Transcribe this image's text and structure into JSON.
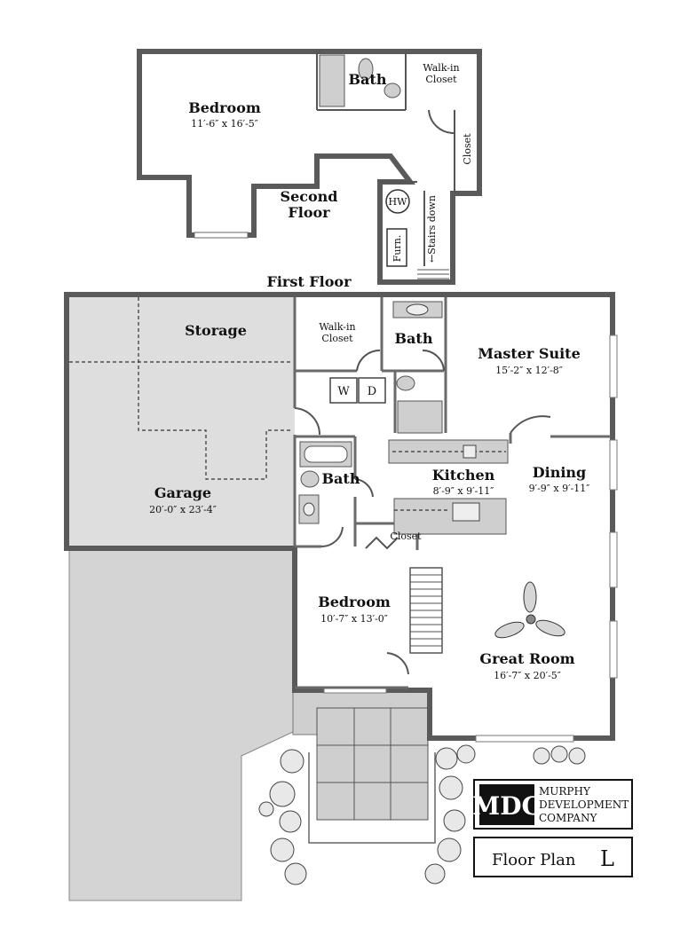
{
  "second_floor": {
    "label_line1": "Second",
    "label_line2": "Floor",
    "bedroom": {
      "name": "Bedroom",
      "dims": "11′-6″ x 16′-5″"
    },
    "bath": "Bath",
    "walkin_line1": "Walk-in",
    "walkin_line2": "Closet",
    "closet": "Closet",
    "hw": "HW",
    "furn": "Furn.",
    "stairs": "←Stairs down"
  },
  "first_floor": {
    "label": "First Floor",
    "storage": "Storage",
    "garage": {
      "name": "Garage",
      "dims": "20′-0″ x 23′-4″"
    },
    "walkin_line1": "Walk-in",
    "walkin_line2": "Closet",
    "master_bath": "Bath",
    "master_suite": {
      "name": "Master Suite",
      "dims": "15′-2″ x 12′-8″"
    },
    "washer": "W",
    "dryer": "D",
    "hall_bath": "Bath",
    "kitchen": {
      "name": "Kitchen",
      "dims": "8′-9″ x 9′-11″"
    },
    "dining": {
      "name": "Dining",
      "dims": "9′-9″ x 9′-11″"
    },
    "closet": "Closet",
    "bedroom": {
      "name": "Bedroom",
      "dims": "10′-7″ x 13′-0″"
    },
    "great_room": {
      "name": "Great Room",
      "dims": "16′-7″ x 20′-5″"
    }
  },
  "logo": {
    "mark": "MDC",
    "line1": "MURPHY",
    "line2": "DEVELOPMENT",
    "line3": "COMPANY"
  },
  "plan": {
    "prefix": "Floor Plan",
    "letter": "L"
  }
}
